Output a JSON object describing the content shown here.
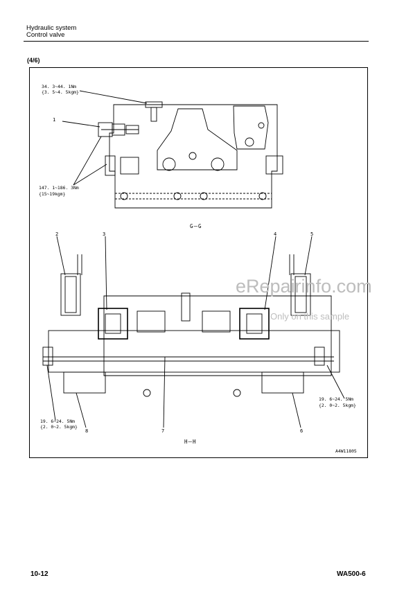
{
  "header": {
    "system": "Hydraulic system",
    "component": "Control valve"
  },
  "section_label": "(4/6)",
  "top_view": {
    "torque_top_1": "34. 3~44. 1Nm",
    "torque_top_2": "{3. 5~4. 5kgm}",
    "callout_1": "1",
    "torque_left_1": "147. 1~186. 3Nm",
    "torque_left_2": "{15~19kgm}",
    "section_name": "G－G"
  },
  "bottom_view": {
    "callout_2": "2",
    "callout_3": "3",
    "callout_4": "4",
    "callout_5": "5",
    "callout_6": "6",
    "callout_7": "7",
    "callout_8": "8",
    "torque_right_1": "19. 6~24. 5Nm",
    "torque_right_2": "{2. 0~2. 5kgm}",
    "torque_left_1": "19. 6~24. 5Nm",
    "torque_left_2": "{2. 0~2. 5kgm}",
    "section_name": "H－H",
    "drawing_id": "A4W11805"
  },
  "watermark": {
    "main": "eRepairinfo.com",
    "sub": "Only on this sample"
  },
  "footer": {
    "page": "10-12",
    "model": "WA500-6"
  }
}
